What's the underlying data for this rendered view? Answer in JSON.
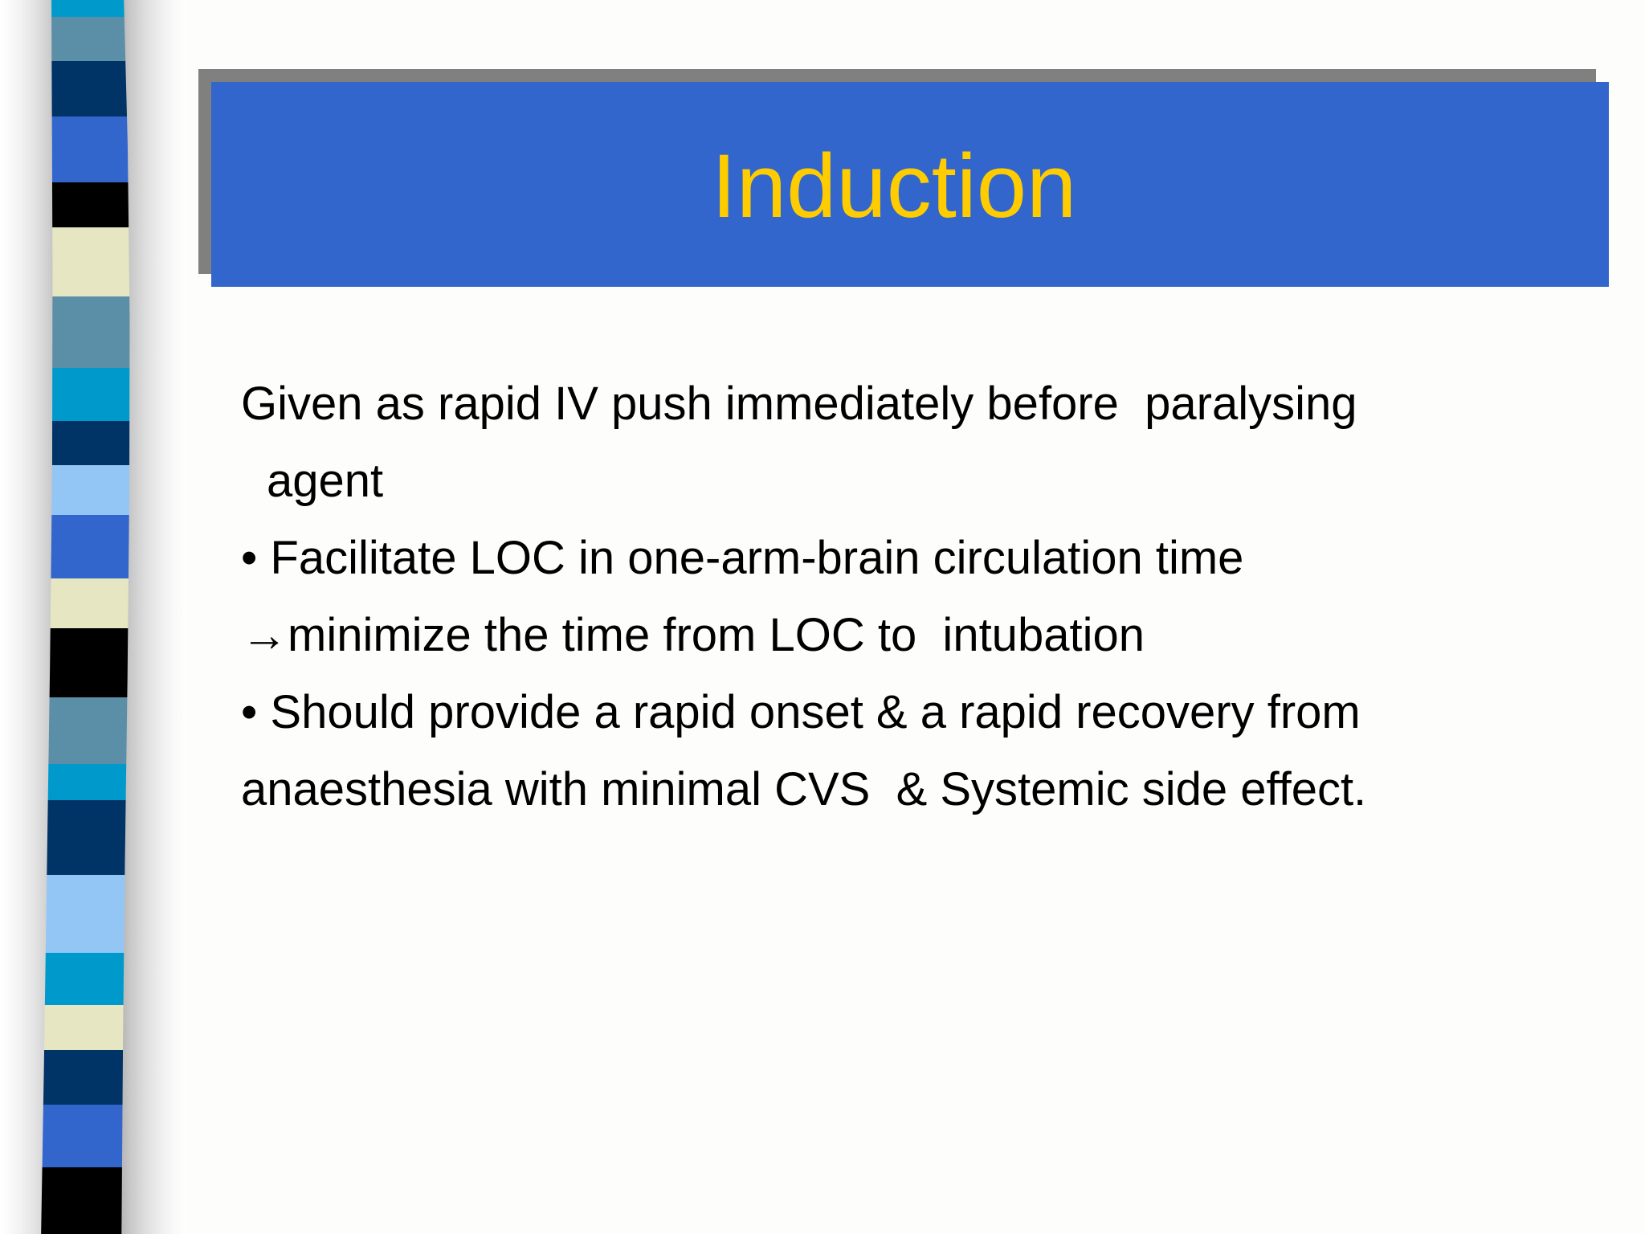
{
  "slide": {
    "background_color": "#fdfefb",
    "title": "Induction",
    "title_color": "#ffcc00",
    "title_plate_color": "#3366cc",
    "title_shadow_color": "#808080",
    "body_lines": [
      {
        "text": "Given as rapid IV push immediately before  paralysing",
        "indent": 0
      },
      {
        "text": "agent",
        "indent": 1
      },
      {
        "text": "• Facilitate LOC in one-arm-brain circulation time",
        "indent": 0
      },
      {
        "text": "→minimize the time from LOC to  intubation",
        "indent": 0
      },
      {
        "text": "• Should provide a rapid onset & a rapid recovery from",
        "indent": 0
      },
      {
        "text": "anaesthesia with minimal CVS  & Systemic side effect.",
        "indent": 0
      }
    ]
  },
  "ribbon": {
    "name": "striped-ribbon-decoration",
    "stripes": [
      {
        "color": "#0099cc",
        "height": 28
      },
      {
        "color": "#5b8fa8",
        "height": 56
      },
      {
        "color": "#003366",
        "height": 72
      },
      {
        "color": "#3366cc",
        "height": 84
      },
      {
        "color": "#000000",
        "height": 58
      },
      {
        "color": "#e6e6c2",
        "height": 88
      },
      {
        "color": "#5b8fa8",
        "height": 92
      },
      {
        "color": "#0099cc",
        "height": 68
      },
      {
        "color": "#003366",
        "height": 56
      },
      {
        "color": "#93c6f5",
        "height": 64
      },
      {
        "color": "#3366cc",
        "height": 82
      },
      {
        "color": "#e6e6c2",
        "height": 64
      },
      {
        "color": "#000000",
        "height": 88
      },
      {
        "color": "#5b8fa8",
        "height": 86
      },
      {
        "color": "#0099cc",
        "height": 46
      },
      {
        "color": "#003366",
        "height": 96
      },
      {
        "color": "#93c6f5",
        "height": 100
      },
      {
        "color": "#0099cc",
        "height": 66
      },
      {
        "color": "#e6e6c2",
        "height": 58
      },
      {
        "color": "#003366",
        "height": 70
      },
      {
        "color": "#3366cc",
        "height": 80
      },
      {
        "color": "#000000",
        "height": 92
      }
    ]
  }
}
